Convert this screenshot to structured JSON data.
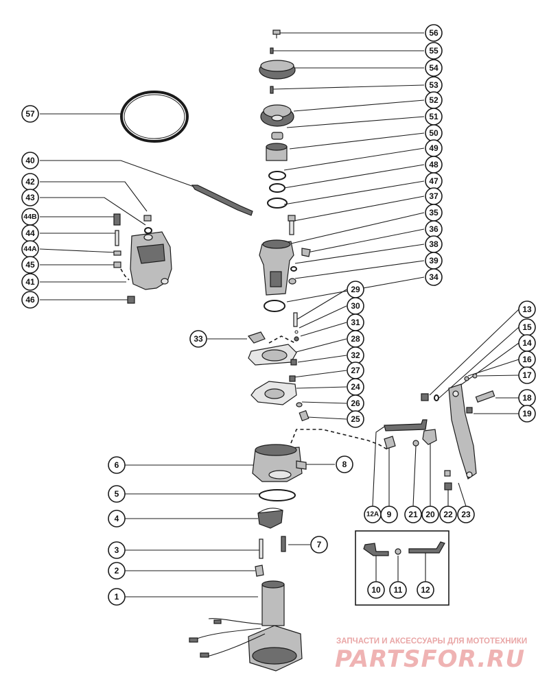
{
  "callouts": {
    "c56": "56",
    "c55": "55",
    "c54": "54",
    "c53": "53",
    "c52": "52",
    "c51": "51",
    "c50": "50",
    "c49": "49",
    "c48": "48",
    "c47": "47",
    "c37": "37",
    "c35": "35",
    "c36": "36",
    "c38": "38",
    "c39": "39",
    "c34": "34",
    "c57": "57",
    "c40": "40",
    "c42": "42",
    "c43": "43",
    "c44B": "44B",
    "c44": "44",
    "c44A": "44A",
    "c45": "45",
    "c41": "41",
    "c46": "46",
    "c29": "29",
    "c30": "30",
    "c31": "31",
    "c28": "28",
    "c32": "32",
    "c27": "27",
    "c24": "24",
    "c26": "26",
    "c25": "25",
    "c33": "33",
    "c13": "13",
    "c15": "15",
    "c14": "14",
    "c16": "16",
    "c17": "17",
    "c18": "18",
    "c19": "19",
    "c6": "6",
    "c8": "8",
    "c5": "5",
    "c4": "4",
    "c7": "7",
    "c3": "3",
    "c2": "2",
    "c1": "1",
    "c12A": "12A",
    "c9": "9",
    "c21": "21",
    "c20": "20",
    "c22": "22",
    "c23": "23",
    "c10": "10",
    "c11": "11",
    "c12": "12"
  },
  "watermark": {
    "tagline": "ЗАПЧАСТИ И АКСЕССУАРЫ ДЛЯ МОТОТЕХНИКИ",
    "logo": "PARTSFOR.RU",
    "color": "#e9a6a6"
  },
  "colors": {
    "line": "#1a1a1a",
    "part_fill": "#bdbdbd",
    "background": "#ffffff"
  }
}
